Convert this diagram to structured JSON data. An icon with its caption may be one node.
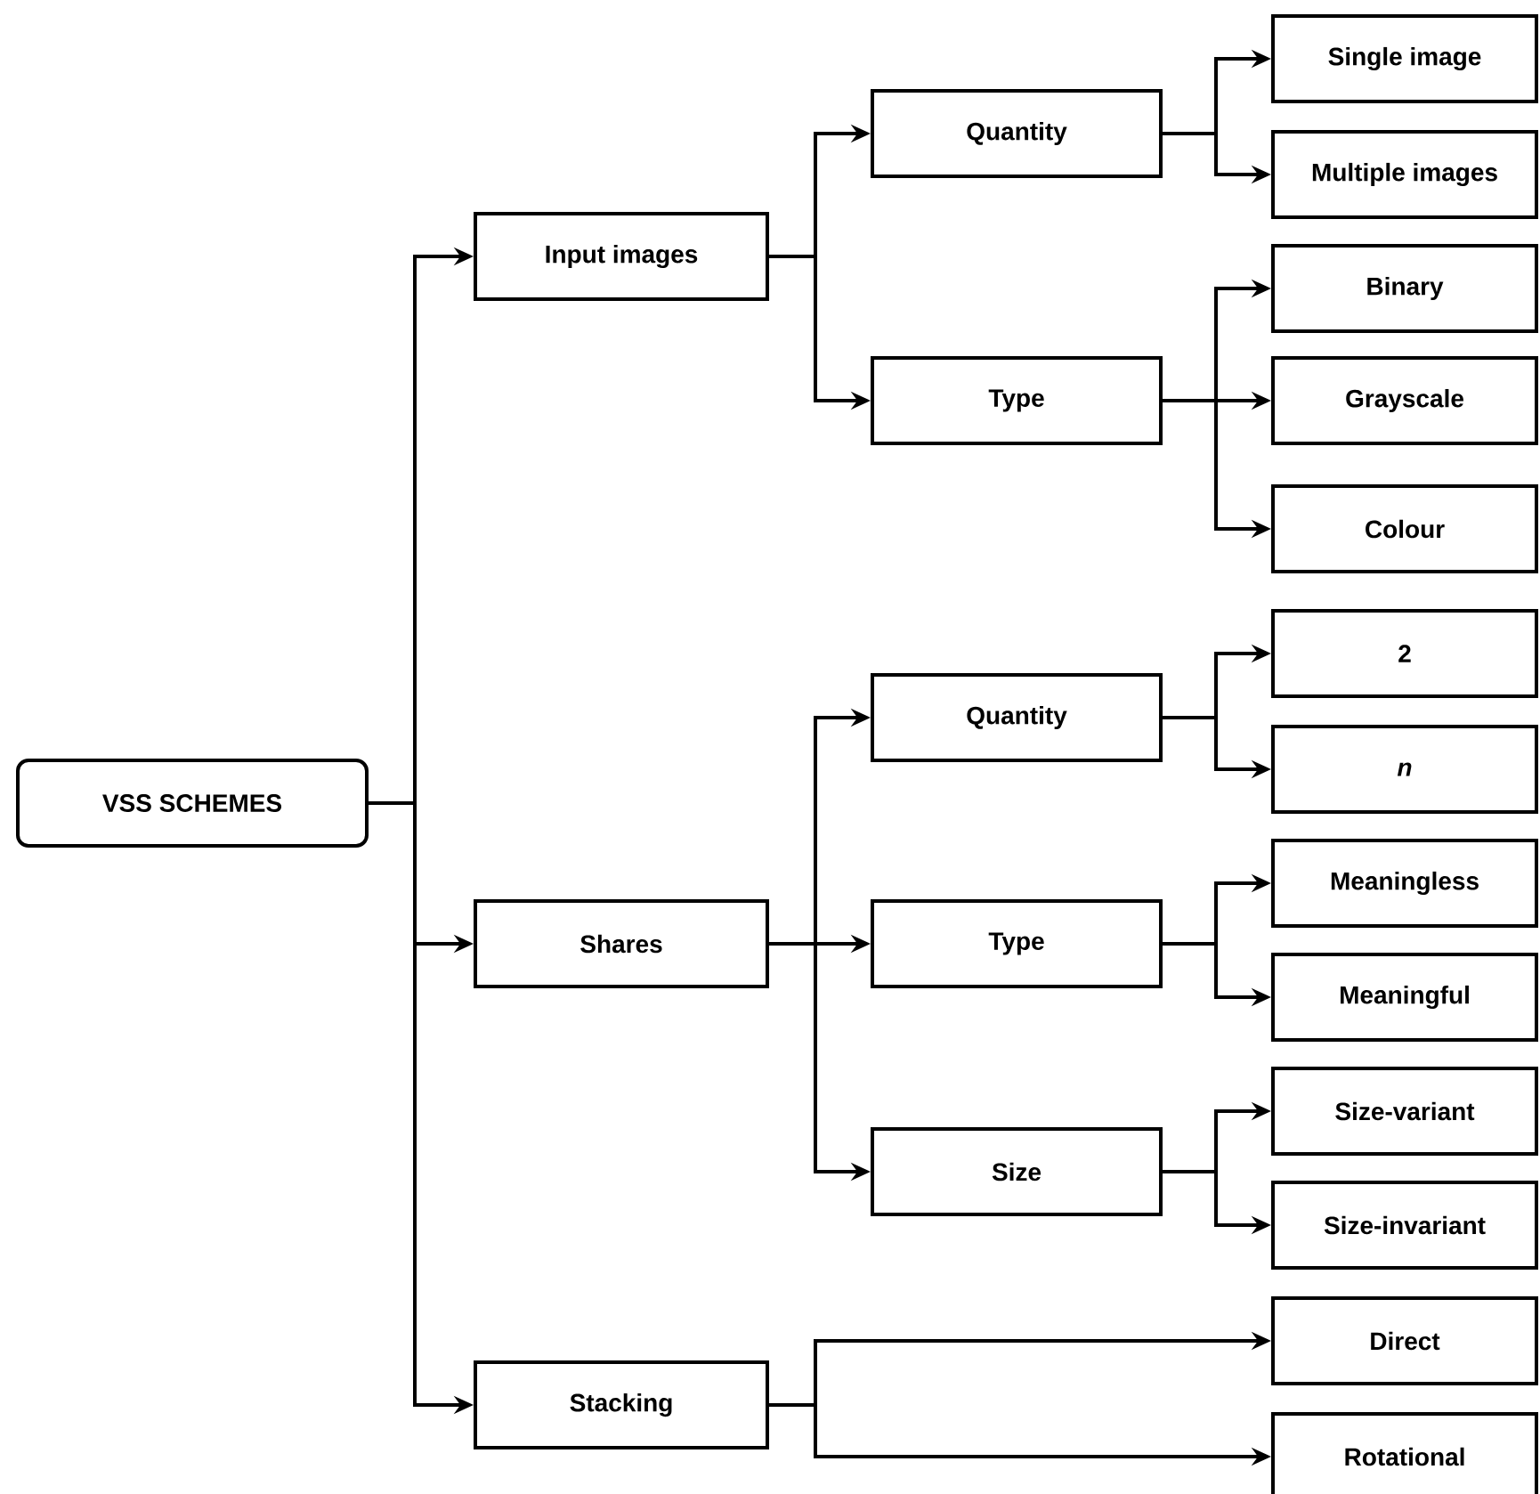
{
  "diagram": {
    "nodes": [
      {
        "text": [
          "VSS SCHEMES"
        ]
      },
      {
        "text": [
          "Input images"
        ]
      },
      {
        "text": [
          "Quantity"
        ]
      },
      {
        "text": [
          "Single image"
        ]
      },
      {
        "text": [
          "Multiple images"
        ]
      },
      {
        "text": [
          "Type"
        ]
      },
      {
        "text": [
          "Binary"
        ]
      },
      {
        "text": [
          "Grayscale"
        ]
      },
      {
        "text": [
          "Colour"
        ]
      },
      {
        "text": [
          "Shares"
        ]
      },
      {
        "text": [
          "Quantity"
        ]
      },
      {
        "text": [
          "2"
        ]
      },
      {
        "text": [
          "n"
        ]
      },
      {
        "text": [
          "Type"
        ]
      },
      {
        "text": [
          "Meaningless"
        ]
      },
      {
        "text": [
          "Meaningful"
        ]
      },
      {
        "text": [
          "Size"
        ]
      },
      {
        "text": [
          "Size-variant"
        ]
      },
      {
        "text": [
          "Size-invariant"
        ]
      },
      {
        "text": [
          "Stacking"
        ]
      },
      {
        "text": [
          "Direct"
        ]
      },
      {
        "text": [
          "Rotational"
        ]
      }
    ],
    "edges": [
      {
        "from": 0,
        "to": 1,
        "arrow": "to"
      },
      {
        "from": 0,
        "to": 9,
        "arrow": "to"
      },
      {
        "from": 0,
        "to": 19,
        "arrow": "to"
      },
      {
        "from": 1,
        "to": 2,
        "arrow": "to"
      },
      {
        "from": 1,
        "to": 5,
        "arrow": "to"
      },
      {
        "from": 2,
        "to": 3,
        "arrow": "to"
      },
      {
        "from": 2,
        "to": 4,
        "arrow": "to"
      },
      {
        "from": 5,
        "to": 6,
        "arrow": "to"
      },
      {
        "from": 5,
        "to": 7,
        "arrow": "to"
      },
      {
        "from": 5,
        "to": 8,
        "arrow": "to"
      },
      {
        "from": 9,
        "to": 10,
        "arrow": "to"
      },
      {
        "from": 9,
        "to": 13,
        "arrow": "to"
      },
      {
        "from": 9,
        "to": 16,
        "arrow": "to"
      },
      {
        "from": 10,
        "to": 11,
        "arrow": "to"
      },
      {
        "from": 10,
        "to": 12,
        "arrow": "to"
      },
      {
        "from": 13,
        "to": 14,
        "arrow": "to"
      },
      {
        "from": 13,
        "to": 15,
        "arrow": "to"
      },
      {
        "from": 16,
        "to": 17,
        "arrow": "to"
      },
      {
        "from": 16,
        "to": 18,
        "arrow": "to"
      },
      {
        "from": 19,
        "to": 20,
        "arrow": "to"
      },
      {
        "from": 19,
        "to": 21,
        "arrow": "to"
      }
    ]
  }
}
